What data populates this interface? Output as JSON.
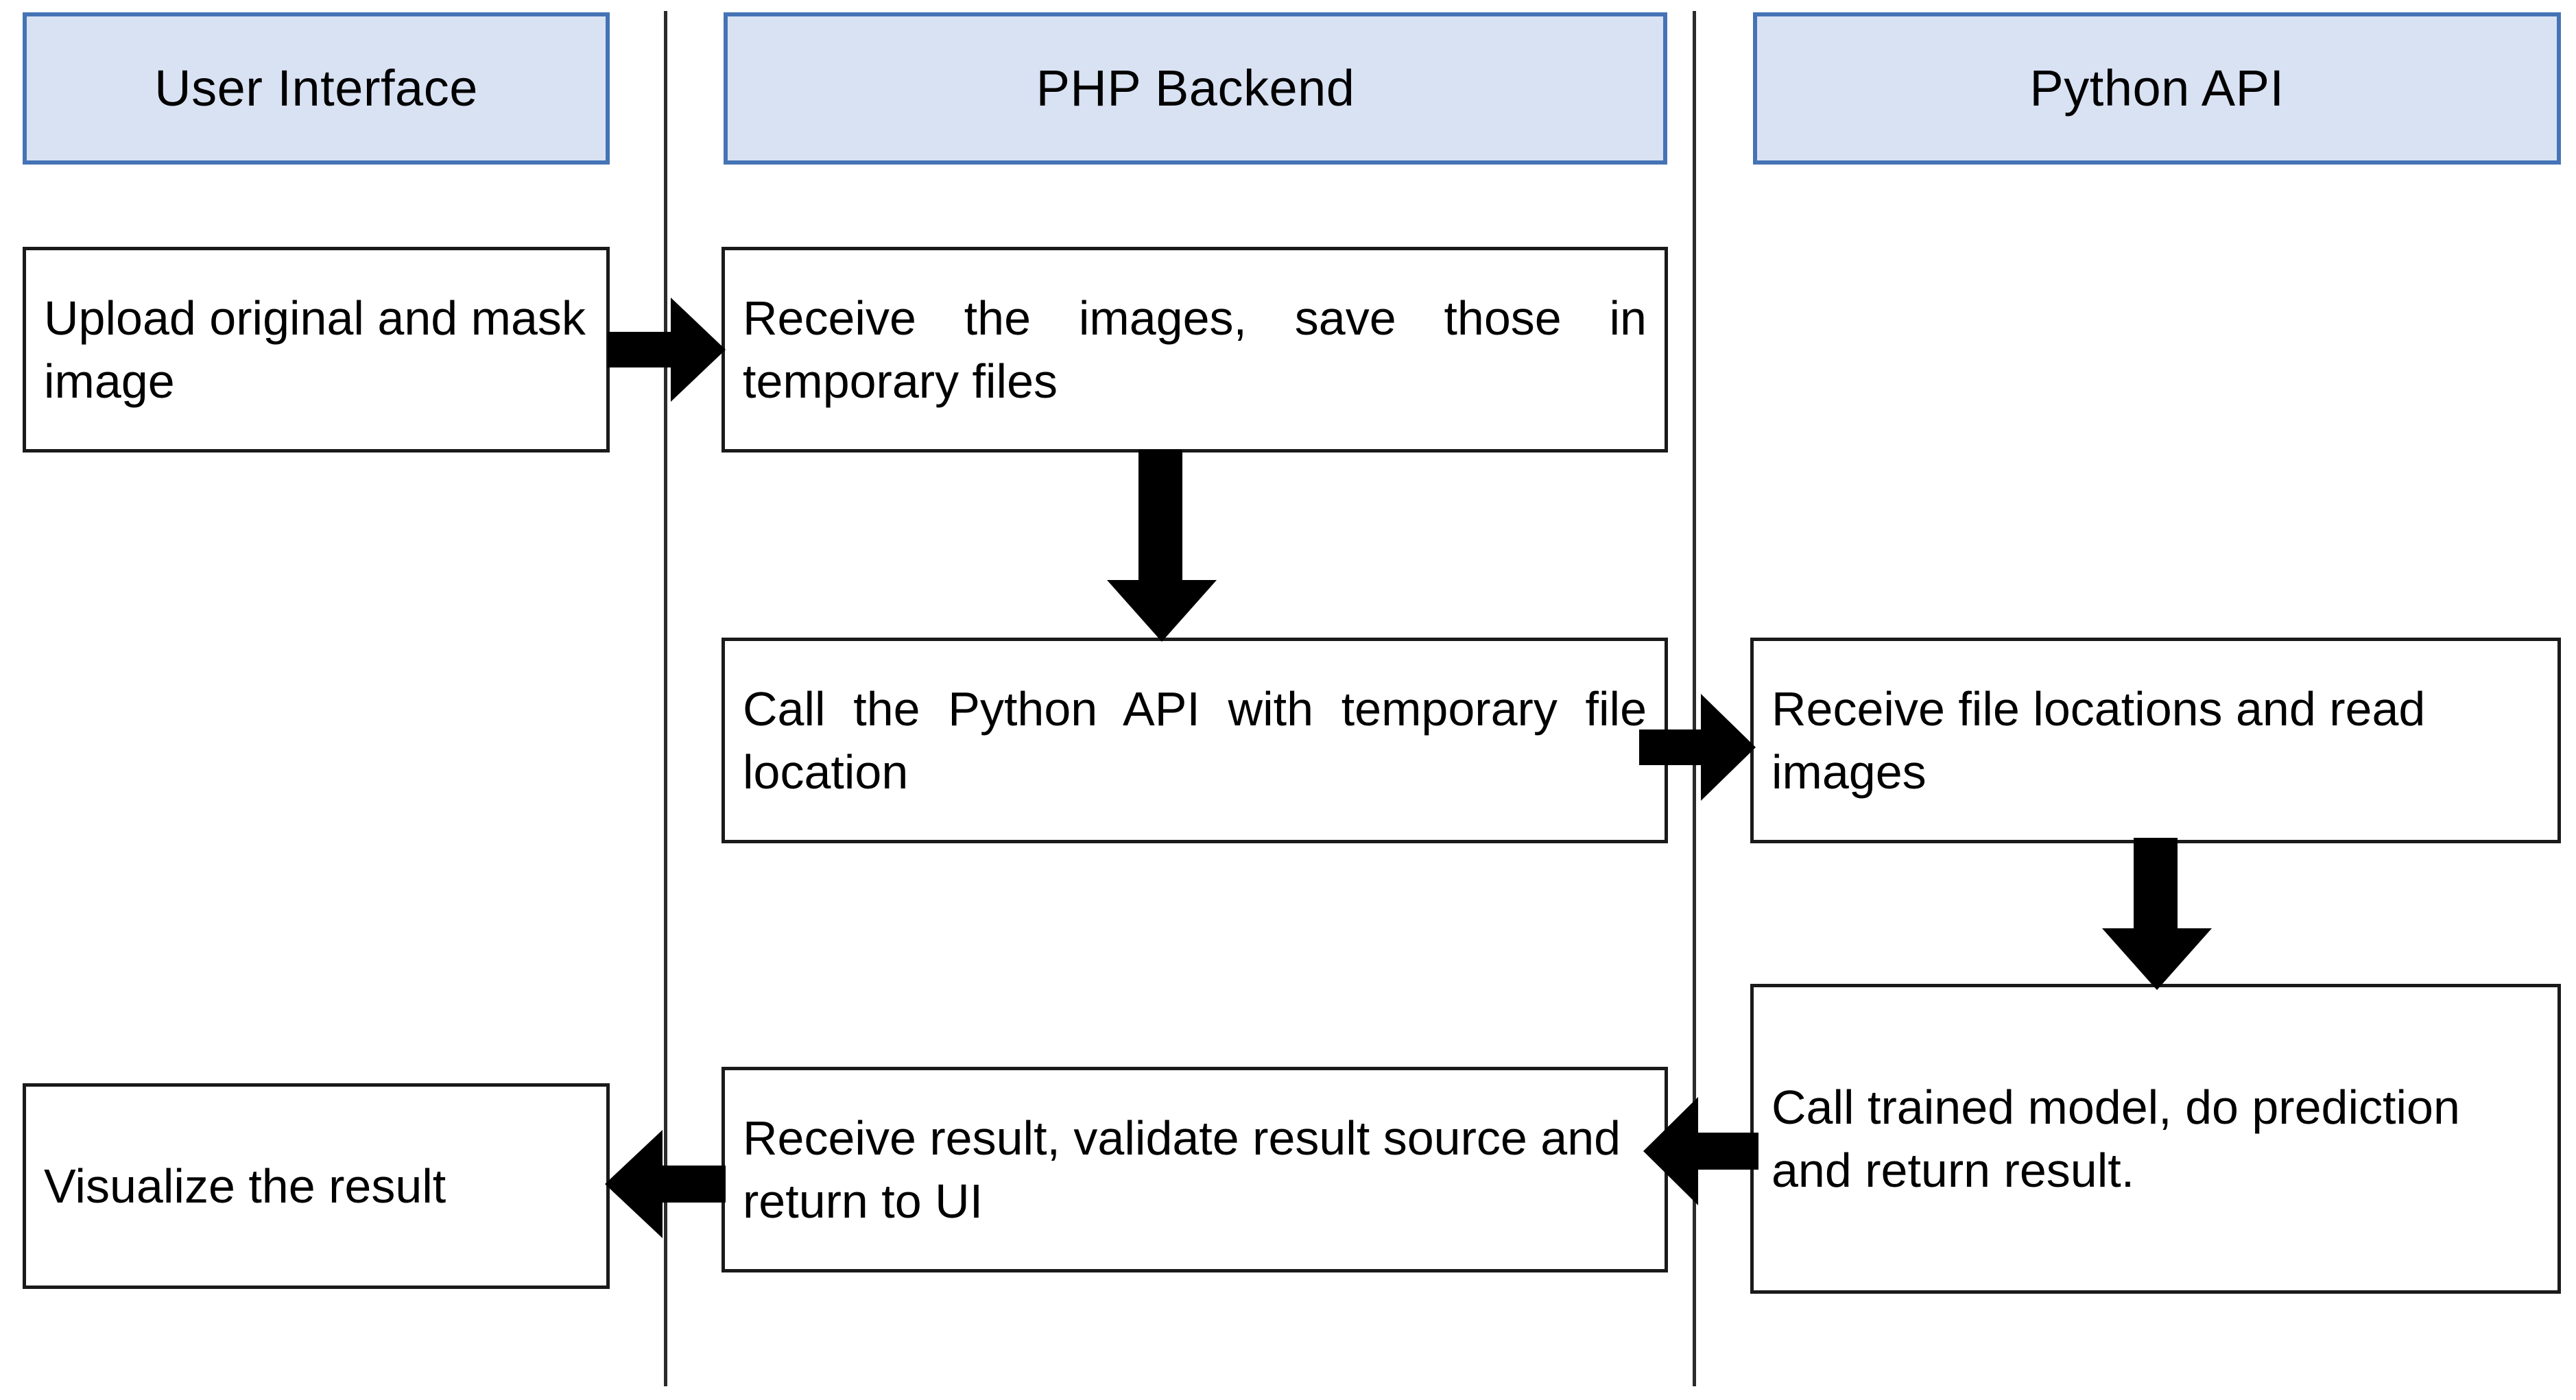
{
  "diagram": {
    "title": "System architecture flow between User Interface, PHP Backend and Python API",
    "type": "swimlane-flowchart",
    "colors": {
      "lane_header_fill": "#D9E2F3",
      "lane_header_border": "#4573B5",
      "node_fill": "#FFFFFF",
      "node_border": "#1A1A1A",
      "arrow_fill": "#000000",
      "divider": "#2B2B2B",
      "background": "#FFFFFF"
    },
    "lanes": [
      {
        "id": "ui",
        "label": "User Interface"
      },
      {
        "id": "php",
        "label": "PHP Backend"
      },
      {
        "id": "api",
        "label": "Python API"
      }
    ],
    "nodes": [
      {
        "id": "upload",
        "lane": "ui",
        "text": "Upload original and mask image",
        "align": "left"
      },
      {
        "id": "receive-images",
        "lane": "php",
        "text": "Receive the images, save those in temporary files",
        "align": "justify"
      },
      {
        "id": "call-api",
        "lane": "php",
        "text": "Call the Python API with temporary file location",
        "align": "justify"
      },
      {
        "id": "receive-locations",
        "lane": "api",
        "text": "Receive file locations and read images",
        "align": "left"
      },
      {
        "id": "call-model",
        "lane": "api",
        "text": "Call trained model, do prediction and return result.",
        "align": "left"
      },
      {
        "id": "receive-result",
        "lane": "php",
        "text": "Receive result, validate result source and return to UI",
        "align": "left"
      },
      {
        "id": "visualize",
        "lane": "ui",
        "text": "Visualize the result",
        "align": "left"
      }
    ],
    "edges": [
      {
        "id": "upload-to-receive-images",
        "from": "upload",
        "to": "receive-images",
        "direction": "right"
      },
      {
        "id": "receive-images-to-call-api",
        "from": "receive-images",
        "to": "call-api",
        "direction": "down"
      },
      {
        "id": "call-api-to-receive-locations",
        "from": "call-api",
        "to": "receive-locations",
        "direction": "right"
      },
      {
        "id": "receive-locations-to-call-model",
        "from": "receive-locations",
        "to": "call-model",
        "direction": "down"
      },
      {
        "id": "call-model-to-receive-result",
        "from": "call-model",
        "to": "receive-result",
        "direction": "left"
      },
      {
        "id": "receive-result-to-visualize",
        "from": "receive-result",
        "to": "visualize",
        "direction": "left"
      }
    ]
  }
}
